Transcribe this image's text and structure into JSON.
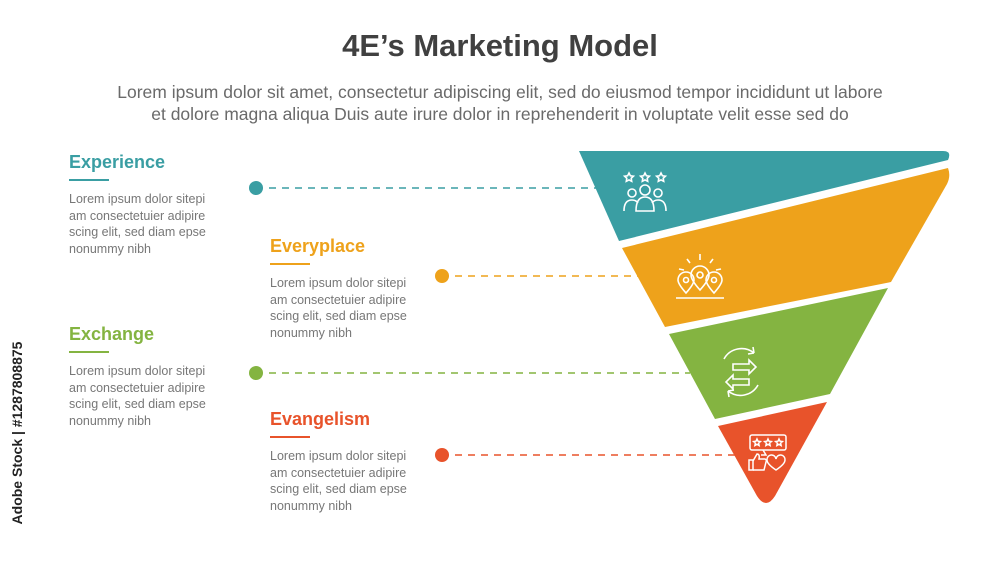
{
  "title": "4E’s Marketing Model",
  "subtitle_line1": "Lorem ipsum dolor sit amet, consectetur adipiscing elit, sed do eiusmod tempor incididunt ut labore",
  "subtitle_line2": "et dolore magna aliqua Duis aute irure dolor in reprehenderit in voluptate velit esse sed do",
  "stages": [
    {
      "heading": "Experience",
      "body": [
        "Lorem ipsum dolor sitepi",
        "am consectetuier adipire",
        "scing elit, sed diam epse",
        "nonummy nibh"
      ],
      "color": "#3a9ea3",
      "icon": "people-stars-icon"
    },
    {
      "heading": "Everyplace",
      "body": [
        "Lorem ipsum dolor sitepi",
        "am consectetuier adipire",
        "scing elit, sed diam epse",
        "nonummy nibh"
      ],
      "color": "#eea21b",
      "icon": "location-pins-icon"
    },
    {
      "heading": "Exchange",
      "body": [
        "Lorem ipsum dolor sitepi",
        "am consectetuier adipire",
        "scing elit, sed diam epse",
        "nonummy nibh"
      ],
      "color": "#84b441",
      "icon": "exchange-arrows-icon"
    },
    {
      "heading": "Evangelism",
      "body": [
        "Lorem ipsum dolor sitepi",
        "am consectetuier adipire",
        "scing elit, sed diam epse",
        "nonummy nibh"
      ],
      "color": "#e8532b",
      "icon": "review-like-heart-icon"
    }
  ],
  "watermark": "Adobe Stock | #1287808875"
}
